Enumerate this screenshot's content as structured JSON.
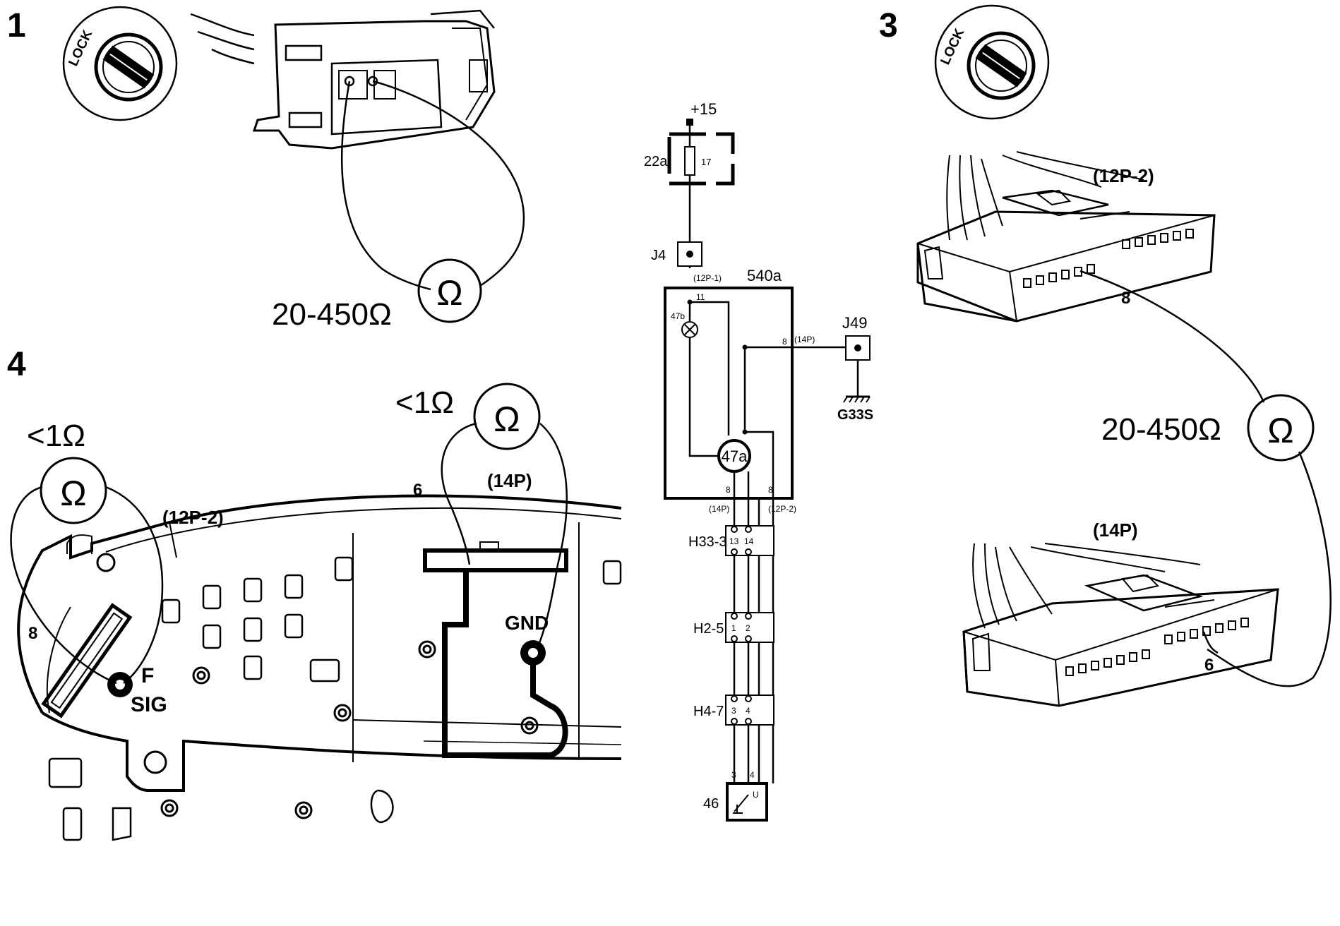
{
  "colors": {
    "ink": "#000000",
    "paper": "#ffffff"
  },
  "steps": {
    "s1": "1",
    "s3": "3",
    "s4": "4"
  },
  "lock_label": "LOCK",
  "ohm_symbol": "Ω",
  "range_20_450": "20-450Ω",
  "less_1": "<1Ω",
  "conn_12p2": "(12P-2)",
  "conn_14p": "(14P)",
  "pin8": "8",
  "pin6": "6",
  "gnd": "GND",
  "fsig_f": "F",
  "fsig_sig": "SIG",
  "schematic": {
    "plus15": "+15",
    "fuse_block": "22a",
    "fuse_num": "17",
    "j4": "J4",
    "p12_1": "(12P-1)",
    "cluster": "540a",
    "pin11": "11",
    "lamp": "47b",
    "p14_top": "(14P)",
    "pin8_top": "8",
    "j49": "J49",
    "ground": "G33S",
    "gauge": "47a",
    "pin8_a": "8",
    "pin8_b": "8",
    "p14_bottom": "(14P)",
    "p12_2_bottom": "(12P-2)",
    "h33": "H33-3",
    "h33_a": "13",
    "h33_b": "14",
    "h2": "H2-5",
    "h2_a": "1",
    "h2_b": "2",
    "h4": "H4-7",
    "h4_a": "3",
    "h4_b": "4",
    "sender_pin_a": "3",
    "sender_pin_b": "4",
    "sender_u": "U",
    "sender": "46"
  }
}
